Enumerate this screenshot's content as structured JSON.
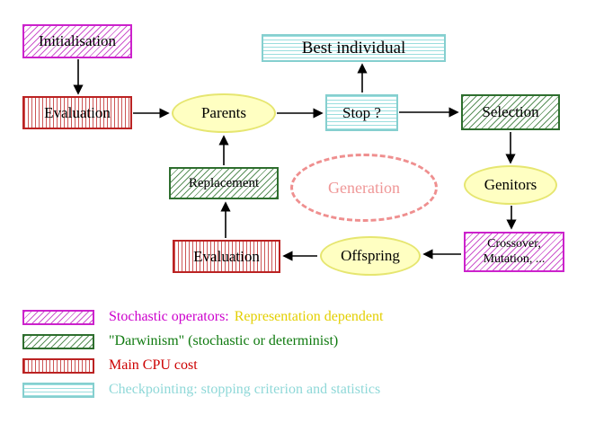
{
  "nodes": {
    "initialisation": "Initialisation",
    "evaluation_top": "Evaluation",
    "parents": "Parents",
    "best_individual": "Best individual",
    "stop": "Stop ?",
    "selection": "Selection",
    "replacement": "Replacement",
    "generation": "Generation",
    "genitors": "Genitors",
    "offspring": "Offspring",
    "evaluation_bottom": "Evaluation",
    "crossover": {
      "line1": "Crossover,",
      "line2": "Mutation, ..."
    }
  },
  "legend": {
    "items": [
      {
        "pattern": "magenta-diagonal-hatch",
        "label": "Stochastic operators:",
        "label2": "Representation dependent"
      },
      {
        "pattern": "green-diagonal-hatch",
        "label": "\"Darwinism\" (stochastic or determinist)"
      },
      {
        "pattern": "red-vertical-stripes",
        "label": "Main CPU cost"
      },
      {
        "pattern": "cyan-horizontal-stripes",
        "label": "Checkpointing: stopping criterion and statistics"
      }
    ]
  },
  "colors": {
    "magenta": "#cc00cc",
    "green": "#2e6e2e",
    "red": "#cc0000",
    "cyan": "#8fd8d8",
    "yellow_text": "#e3cf00",
    "ellipse_fill": "#ffffc2",
    "generation_pink": "#ef8f8f"
  }
}
